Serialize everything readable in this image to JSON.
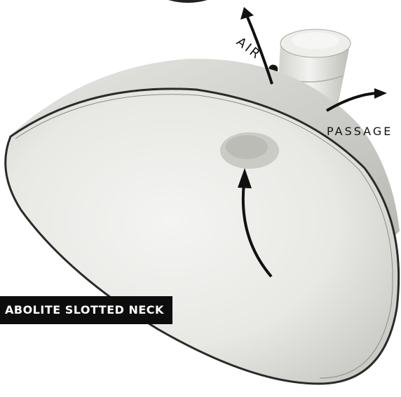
{
  "labels": {
    "air": "AIR",
    "passage": "PASSAGE",
    "caption": "ABOLITE SLOTTED NECK"
  },
  "figure": {
    "subject": "reflector-with-slotted-neck",
    "ink_color": "#111111",
    "shade_color": "#d9d9d6",
    "highlight_color": "#f4f4f2"
  }
}
